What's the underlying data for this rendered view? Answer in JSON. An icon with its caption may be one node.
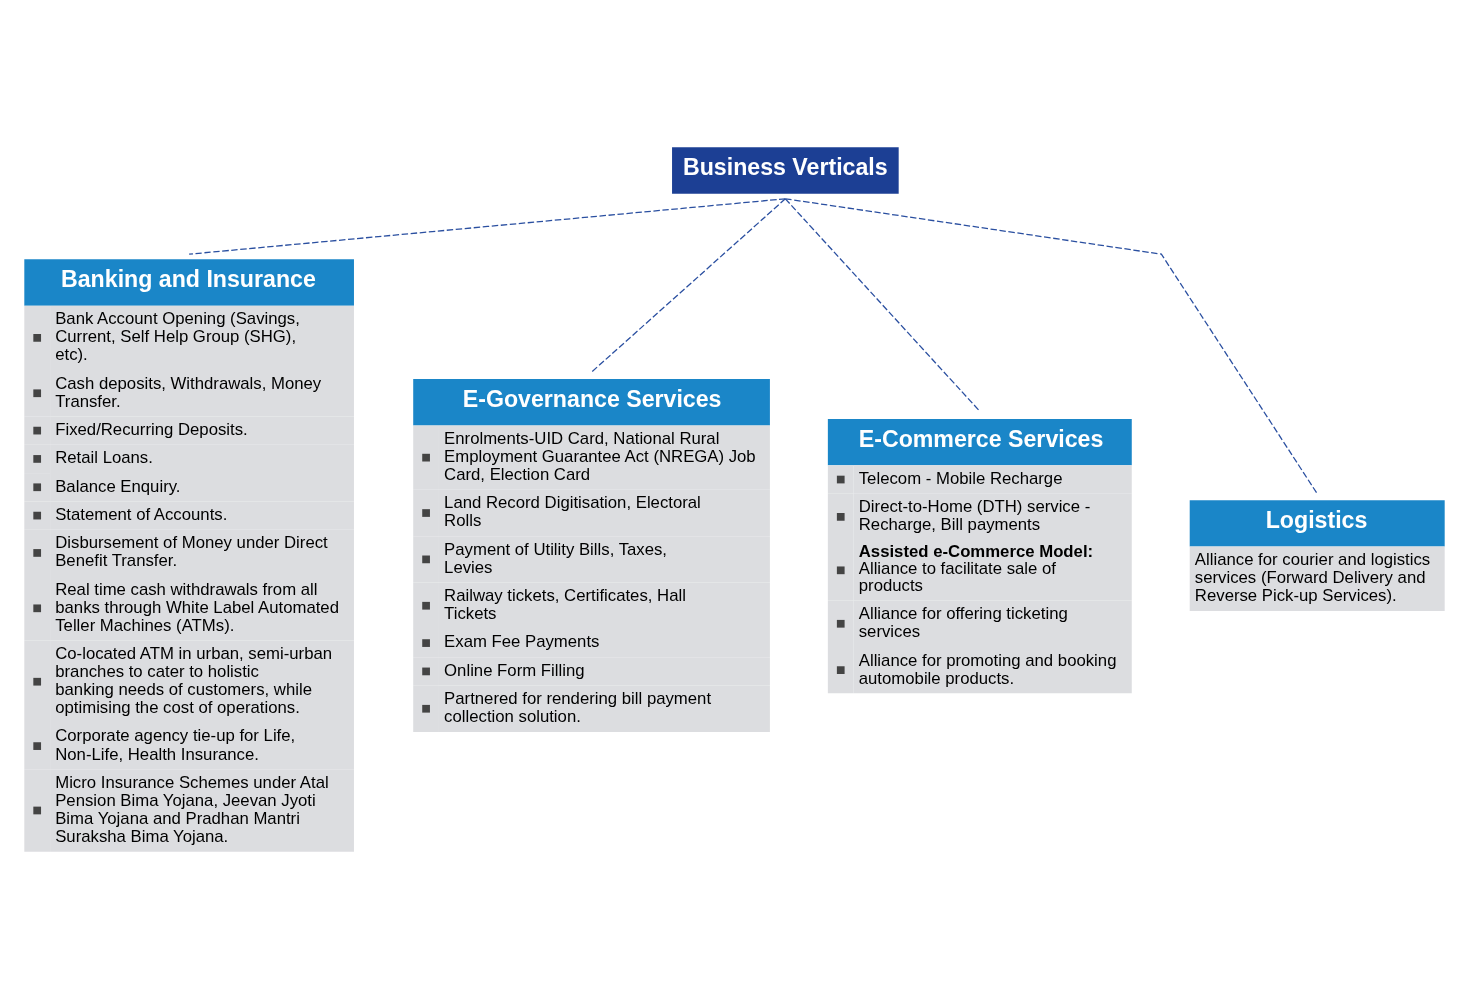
{
  "diagram": {
    "nodes": [
      {
        "text": [
          "Business Verticals"
        ]
      },
      {
        "text": [
          "Banking and Insurance",
          "Bank Account Opening (Savings, Current, Self Help Group (SHG), etc).",
          "Cash deposits, Withdrawals, Money Transfer.",
          "Fixed/Recurring Deposits.",
          "Retail Loans.",
          "Balance Enquiry.",
          "Statement of Accounts.",
          "Disbursement of Money under Direct Benefit Transfer.",
          "Real time cash withdrawals from all banks through White Label Automated Teller Machines (ATMs).",
          "Co-located ATM in urban, semi-urban branches to cater to holistic banking needs of customers, while optimising the cost of operations.",
          "Corporate agency tie-up for Life, Non-Life, Health Insurance.",
          "Micro Insurance Schemes under Atal Pension Bima Yojana, Jeevan Jyoti Bima Yojana and Pradhan Mantri Suraksha Bima Yojana."
        ]
      },
      {
        "text": [
          "E-Governance Services",
          "Enrolments-UID Card, National Rural Employment Guarantee Act (NREGA) Job Card, Election Card",
          "Land Record Digitisation, Electoral Rolls",
          "Payment of Utility Bills, Taxes, Levies",
          "Railway tickets, Certificates, Hall Tickets",
          "Exam Fee Payments",
          "Online Form Filling",
          "Partnered for rendering bill payment collection solution."
        ]
      },
      {
        "text": [
          "E-Commerce Services",
          "Telecom - Mobile Recharge",
          "Direct-to-Home (DTH) service - Recharge, Bill payments",
          "**Assisted e-Commerce Model:** Alliance to facilitate sale of products",
          "Alliance for offering ticketing services",
          "Alliance for promoting and booking automobile products."
        ]
      },
      {
        "text": [
          "Logistics",
          "Alliance for courier and logistics services (Forward Delivery and Reverse Pick-up Services)."
        ]
      }
    ],
    "edges": [
      {
        "from": 0,
        "to": 1,
        "arrow": "none",
        "style": "dashed"
      },
      {
        "from": 0,
        "to": 2,
        "arrow": "none",
        "style": "dashed"
      },
      {
        "from": 0,
        "to": 3,
        "arrow": "none",
        "style": "dashed"
      },
      {
        "from": 0,
        "to": 4,
        "arrow": "none",
        "style": "dashed"
      }
    ]
  }
}
